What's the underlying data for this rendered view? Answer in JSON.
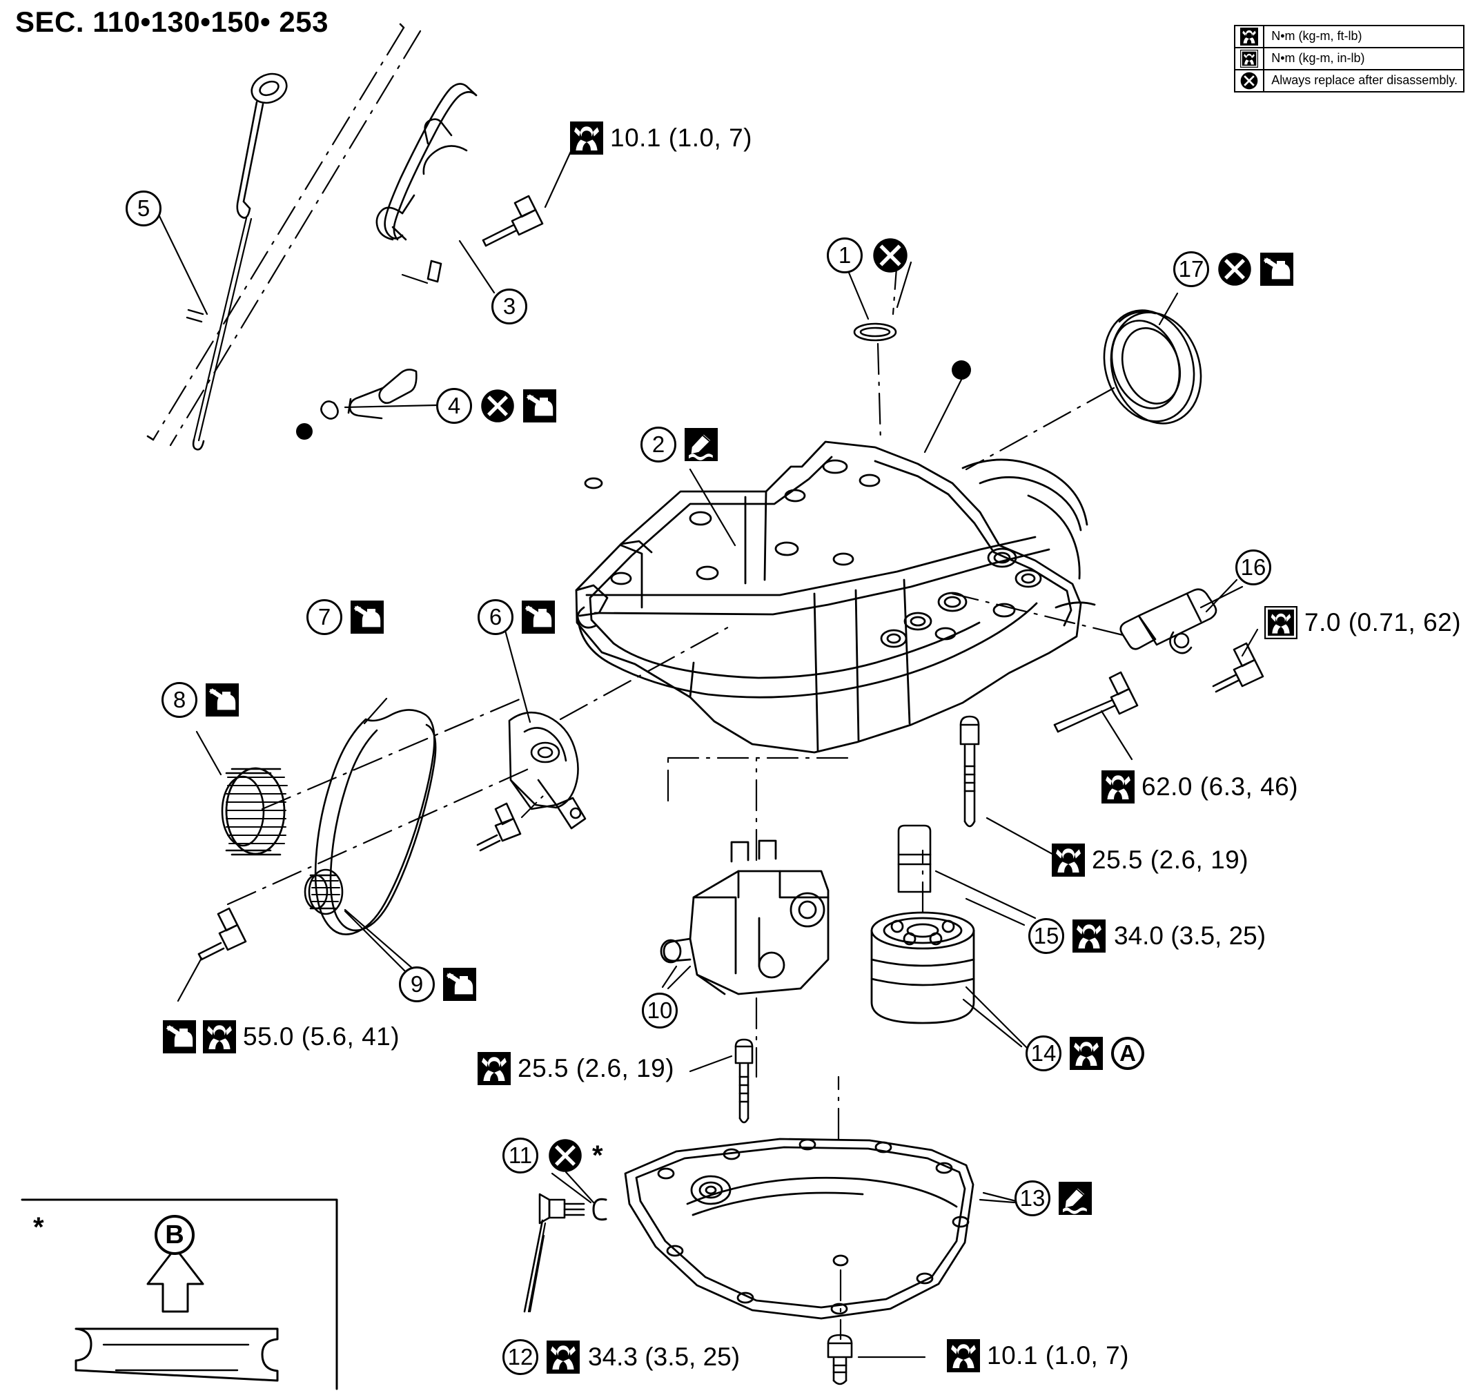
{
  "page": {
    "title": "SEC. 110•130•150• 253",
    "asterisk": "*"
  },
  "legend": {
    "rows": [
      {
        "icon": "wrench-ftlb-icon",
        "text": "N•m (kg-m, ft-lb)"
      },
      {
        "icon": "wrench-inlb-icon",
        "text": "N•m (kg-m, in-lb)"
      },
      {
        "icon": "replace-x-icon",
        "text": "Always replace after disassembly."
      }
    ]
  },
  "callouts": [
    {
      "n": "1",
      "icons": [
        "replace-x-icon"
      ]
    },
    {
      "n": "2",
      "icons": [
        "sealant-icon"
      ]
    },
    {
      "n": "3",
      "icons": []
    },
    {
      "n": "4",
      "icons": [
        "replace-x-icon",
        "oiler-icon"
      ]
    },
    {
      "n": "5",
      "icons": []
    },
    {
      "n": "6",
      "icons": [
        "oiler-icon"
      ]
    },
    {
      "n": "7",
      "icons": [
        "oiler-icon"
      ]
    },
    {
      "n": "8",
      "icons": [
        "oiler-icon"
      ]
    },
    {
      "n": "9",
      "icons": [
        "oiler-icon"
      ]
    },
    {
      "n": "10",
      "icons": []
    },
    {
      "n": "11",
      "icons": [
        "replace-x-icon"
      ],
      "suffix": "*"
    },
    {
      "n": "12",
      "icons": [
        "wrench-ftlb-icon"
      ],
      "torque": "34.3 (3.5, 25)"
    },
    {
      "n": "13",
      "icons": [
        "sealant-icon"
      ]
    },
    {
      "n": "14",
      "icons": [
        "wrench-ftlb-icon",
        "circle-a-icon"
      ]
    },
    {
      "n": "15",
      "icons": [
        "wrench-ftlb-icon"
      ],
      "torque": "34.0 (3.5, 25)"
    },
    {
      "n": "16",
      "icons": []
    },
    {
      "n": "17",
      "icons": [
        "replace-x-icon",
        "oiler-icon"
      ]
    }
  ],
  "torque_specs": [
    {
      "id": "spec-top",
      "icon": "wrench-ftlb-icon",
      "value": "10.1 (1.0, 7)"
    },
    {
      "id": "spec-sensor",
      "icon": "wrench-inlb-icon",
      "value": "7.0 (0.71, 62)"
    },
    {
      "id": "spec-bracket",
      "icon": "wrench-ftlb-icon",
      "value": "62.0 (6.3, 46)"
    },
    {
      "id": "spec-strainer",
      "icon": "wrench-ftlb-icon",
      "value": "25.5 (2.6, 19)"
    },
    {
      "id": "spec-oilfilter",
      "icon": "wrench-ftlb-icon",
      "value": "34.0 (3.5, 25)"
    },
    {
      "id": "spec-sprocket",
      "icon": "wrench-ftlb-icon",
      "value": "55.0 (5.6, 41)",
      "extra_icon": "oiler-icon"
    },
    {
      "id": "spec-oilpump",
      "icon": "wrench-ftlb-icon",
      "value": "25.5 (2.6, 19)"
    },
    {
      "id": "spec-drainplug",
      "icon": "wrench-ftlb-icon",
      "value": "34.3 (3.5, 25)"
    },
    {
      "id": "spec-panbolt",
      "icon": "wrench-ftlb-icon",
      "value": "10.1 (1.0, 7)"
    }
  ],
  "inset": {
    "asterisk": "*",
    "letter": "B",
    "direction": "up-arrow"
  }
}
